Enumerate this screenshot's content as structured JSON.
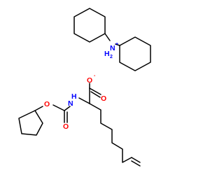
{
  "cation": {
    "nitrogen_label": "N",
    "hydrogen_label": "H",
    "hydrogen_count": "2",
    "charge": "+"
  },
  "anion": {
    "carboxylate_o_label": "O",
    "carboxylate_charge": "-",
    "carbonyl_o_label": "O",
    "amide_n_label": "N",
    "amide_h_label": "H",
    "carbamate_carbonyl_o_label": "O",
    "ester_o_label": "O"
  },
  "colors": {
    "bond": "#000000",
    "oxygen": "#ff0000",
    "nitrogen": "#0000ff"
  }
}
